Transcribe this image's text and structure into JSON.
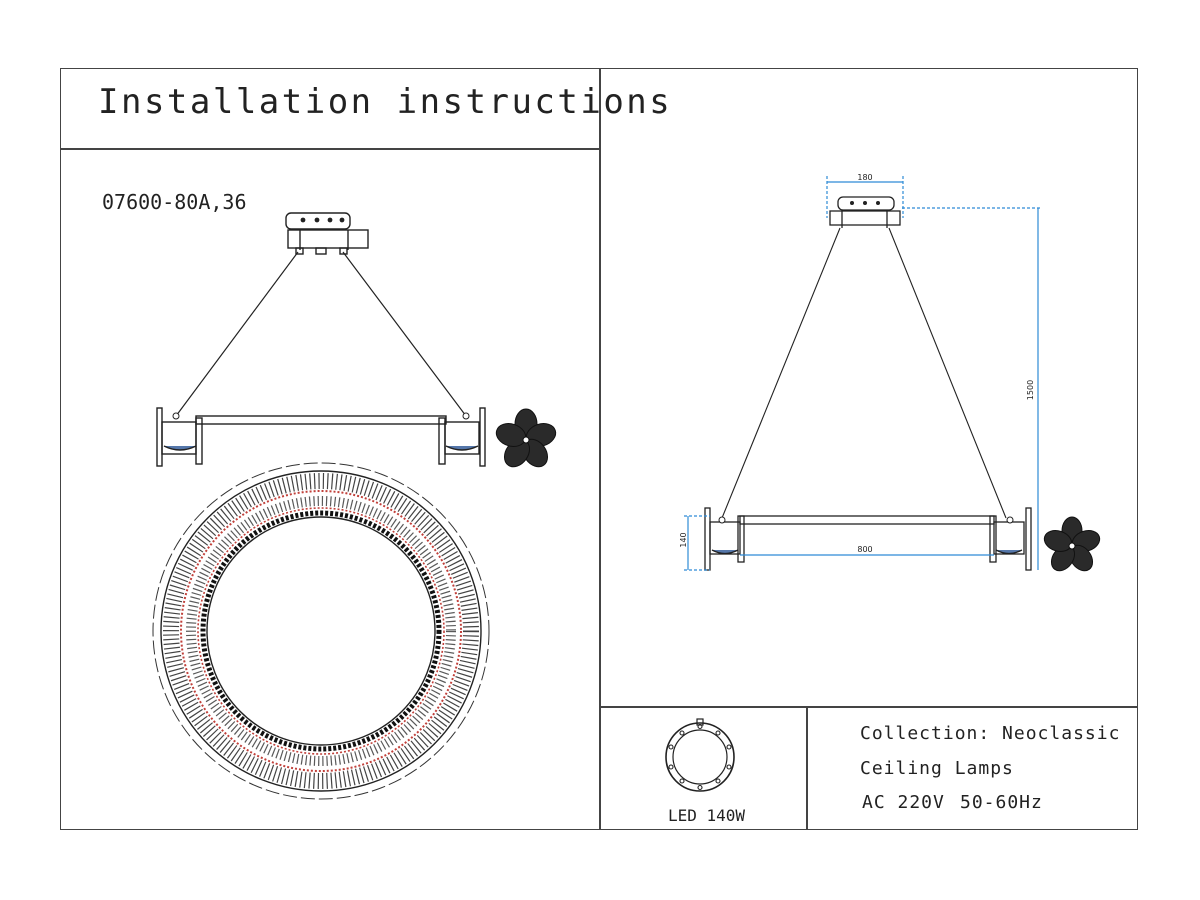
{
  "header": {
    "title": "Installation instructions"
  },
  "product": {
    "model": "07600-80A,36"
  },
  "dimensions": {
    "top_width": "180",
    "drop": "1500",
    "height": "140",
    "diameter": "800"
  },
  "electrical": {
    "power": "LED 140W"
  },
  "info": {
    "collection": "Collection: Neoclassic",
    "category": "Ceiling Lamps",
    "voltage": "AC 220V",
    "frequency": "50-60Hz"
  },
  "colors": {
    "line": "#222222",
    "dimension": "#2e8bd6",
    "accent": "#c0403a",
    "frame": "#444444"
  }
}
